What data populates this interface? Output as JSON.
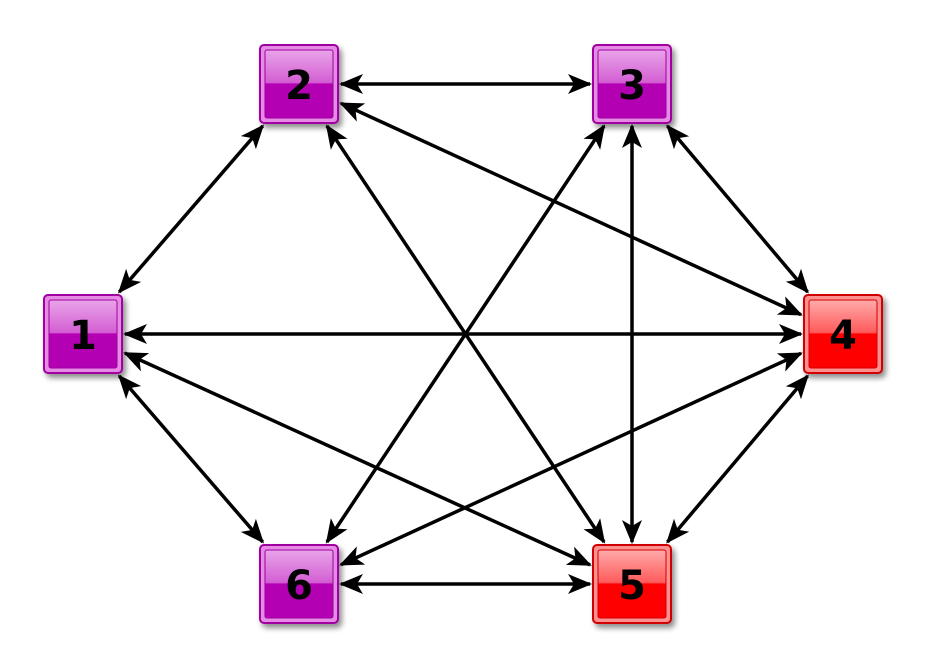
{
  "graph": {
    "nodes": [
      {
        "id": "1",
        "label": "1",
        "color": "purple"
      },
      {
        "id": "2",
        "label": "2",
        "color": "purple"
      },
      {
        "id": "3",
        "label": "3",
        "color": "purple"
      },
      {
        "id": "4",
        "label": "4",
        "color": "red"
      },
      {
        "id": "5",
        "label": "5",
        "color": "red"
      },
      {
        "id": "6",
        "label": "6",
        "color": "purple"
      }
    ],
    "edges": [
      {
        "from": "1",
        "to": "2",
        "bidirectional": true
      },
      {
        "from": "2",
        "to": "3",
        "bidirectional": true
      },
      {
        "from": "3",
        "to": "4",
        "bidirectional": true
      },
      {
        "from": "4",
        "to": "5",
        "bidirectional": true
      },
      {
        "from": "5",
        "to": "6",
        "bidirectional": true
      },
      {
        "from": "6",
        "to": "1",
        "bidirectional": true
      },
      {
        "from": "1",
        "to": "4",
        "bidirectional": true
      },
      {
        "from": "1",
        "to": "5",
        "bidirectional": true
      },
      {
        "from": "2",
        "to": "4",
        "bidirectional": true
      },
      {
        "from": "2",
        "to": "5",
        "bidirectional": true
      },
      {
        "from": "3",
        "to": "5",
        "bidirectional": true
      },
      {
        "from": "3",
        "to": "6",
        "bidirectional": true
      },
      {
        "from": "4",
        "to": "6",
        "bidirectional": true
      }
    ],
    "palette": {
      "purple": {
        "fill": "#b300b3",
        "light": "#e58ae5",
        "border": "#a000a0"
      },
      "red": {
        "fill": "#ff0000",
        "light": "#ff9090",
        "border": "#d10000"
      }
    }
  }
}
